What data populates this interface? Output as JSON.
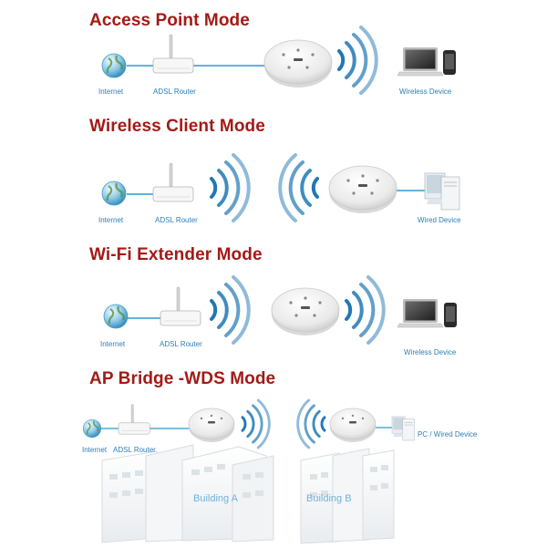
{
  "sections": [
    {
      "title": "Access Point Mode",
      "labels": {
        "internet": "Internet",
        "router": "ADSL Router",
        "device": "Wireless Device"
      }
    },
    {
      "title": "Wireless Client Mode",
      "labels": {
        "internet": "Internet",
        "router": "ADSL Router",
        "device": "Wired Device"
      }
    },
    {
      "title": "Wi-Fi Extender Mode",
      "labels": {
        "internet": "Internet",
        "router": "ADSL Router",
        "device": "Wireless Device"
      }
    },
    {
      "title": "AP Bridge -WDS Mode",
      "labels": {
        "internet": "Internet",
        "router": "ADSL Router",
        "device": "PC / Wired Device",
        "building_a": "Building A",
        "building_b": "Building B"
      }
    }
  ],
  "colors": {
    "title": "#a31a17",
    "label": "#2c7fb8",
    "signal": "#1f78b4",
    "cable": "#2b9bd1"
  },
  "icons": [
    "globe-icon",
    "router-icon",
    "access-point-icon",
    "wifi-waves-icon",
    "laptop-icon",
    "phone-icon",
    "desktop-pc-icon",
    "building-icon"
  ]
}
